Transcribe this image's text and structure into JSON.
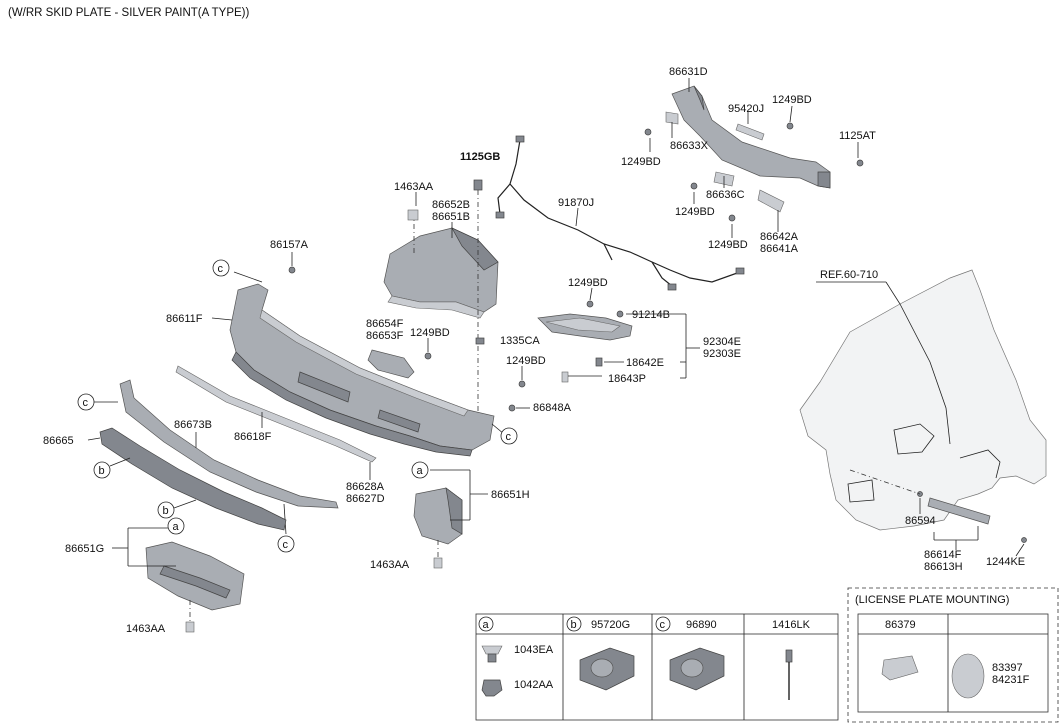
{
  "header": {
    "title": "(W/RR SKID PLATE - SILVER PAINT(A TYPE))"
  },
  "labels": {
    "p86631D": "86631D",
    "p95420J": "95420J",
    "p1249BD_a": "1249BD",
    "p1249BD_b": "1249BD",
    "p86633X": "86633X",
    "p1125AT": "1125AT",
    "p1125GB": "1125GB",
    "p86636C": "86636C",
    "p1249BD_c": "1249BD",
    "p1249BD_d": "1249BD",
    "p86642A": "86642A",
    "p86641A": "86641A",
    "p1463AA_a": "1463AA",
    "p86652B": "86652B",
    "p86651B": "86651B",
    "p91870J": "91870J",
    "p86157A": "86157A",
    "ref": "REF.60-710",
    "p1249BD_e": "1249BD",
    "p86611F": "86611F",
    "p86654F": "86654F",
    "p86653F": "86653F",
    "p1249BD_f": "1249BD",
    "p91214B": "91214B",
    "p92304E": "92304E",
    "p92303E": "92303E",
    "p1335CA": "1335CA",
    "p1249BD_g": "1249BD",
    "p18642E": "18642E",
    "p18643P": "18643P",
    "p86848A": "86848A",
    "p86673B": "86673B",
    "p86665": "86665",
    "p86618F": "86618F",
    "p86628A": "86628A",
    "p86627D": "86627D",
    "p86651H": "86651H",
    "p86651G": "86651G",
    "p1463AA_b": "1463AA",
    "p1463AA_c": "1463AA",
    "p86594": "86594",
    "p86614F": "86614F",
    "p86613H": "86613H",
    "p1244KE": "1244KE"
  },
  "callouts": {
    "a": "a",
    "b": "b",
    "c": "c"
  },
  "table": {
    "col_a_letter": "a",
    "col_a_part1": "1043EA",
    "col_a_part2": "1042AA",
    "col_b_letter": "b",
    "col_b_part": "95720G",
    "col_c_letter": "c",
    "col_c_part": "96890",
    "col_d_part": "1416LK"
  },
  "license": {
    "title": "(LICENSE PLATE MOUNTING)",
    "part1": "86379",
    "part2a": "83397",
    "part2b": "84231F"
  }
}
